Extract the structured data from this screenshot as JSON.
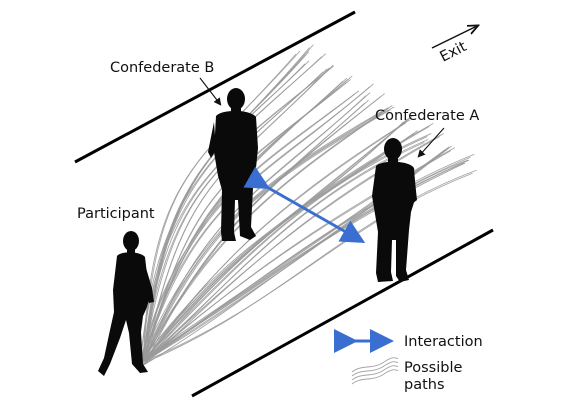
{
  "labels": {
    "confederate_b": "Confederate B",
    "confederate_a": "Confederate A",
    "participant": "Participant",
    "exit": "Exit"
  },
  "legend": {
    "interaction": "Interaction",
    "possible_paths_line1": "Possible",
    "possible_paths_line2": "paths"
  },
  "colors": {
    "interaction_arrow": "#3a6fd1",
    "paths": "#9a9a9a",
    "walls": "#000000",
    "silhouettes": "#0a0a0a"
  }
}
